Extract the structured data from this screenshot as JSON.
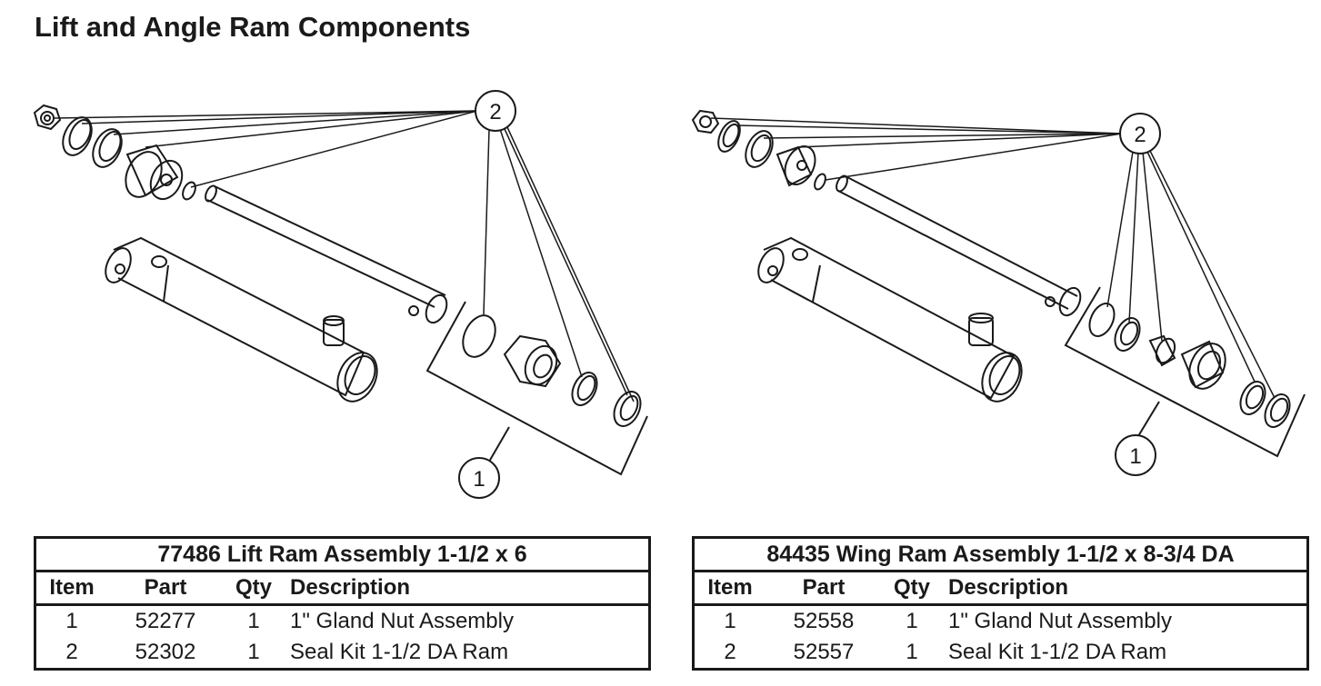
{
  "page": {
    "title": "Lift and Angle Ram Components"
  },
  "diagrams": [
    {
      "callouts": {
        "assembly": "1",
        "seal_kit": "2"
      }
    },
    {
      "callouts": {
        "assembly": "1",
        "seal_kit": "2"
      }
    }
  ],
  "tables": [
    {
      "title": "77486  Lift Ram Assembly 1-1/2 x 6",
      "headers": {
        "item": "Item",
        "part": "Part",
        "qty": "Qty",
        "description": "Description"
      },
      "rows": [
        {
          "item": "1",
          "part": "52277",
          "qty": "1",
          "description": "1\" Gland Nut Assembly"
        },
        {
          "item": "2",
          "part": "52302",
          "qty": "1",
          "description": "Seal Kit 1-1/2 DA Ram"
        }
      ]
    },
    {
      "title": "84435  Wing Ram Assembly 1-1/2 x 8-3/4 DA",
      "headers": {
        "item": "Item",
        "part": "Part",
        "qty": "Qty",
        "description": "Description"
      },
      "rows": [
        {
          "item": "1",
          "part": "52558",
          "qty": "1",
          "description": "1\" Gland Nut Assembly"
        },
        {
          "item": "2",
          "part": "52557",
          "qty": "1",
          "description": "Seal Kit 1-1/2 DA Ram"
        }
      ]
    }
  ]
}
